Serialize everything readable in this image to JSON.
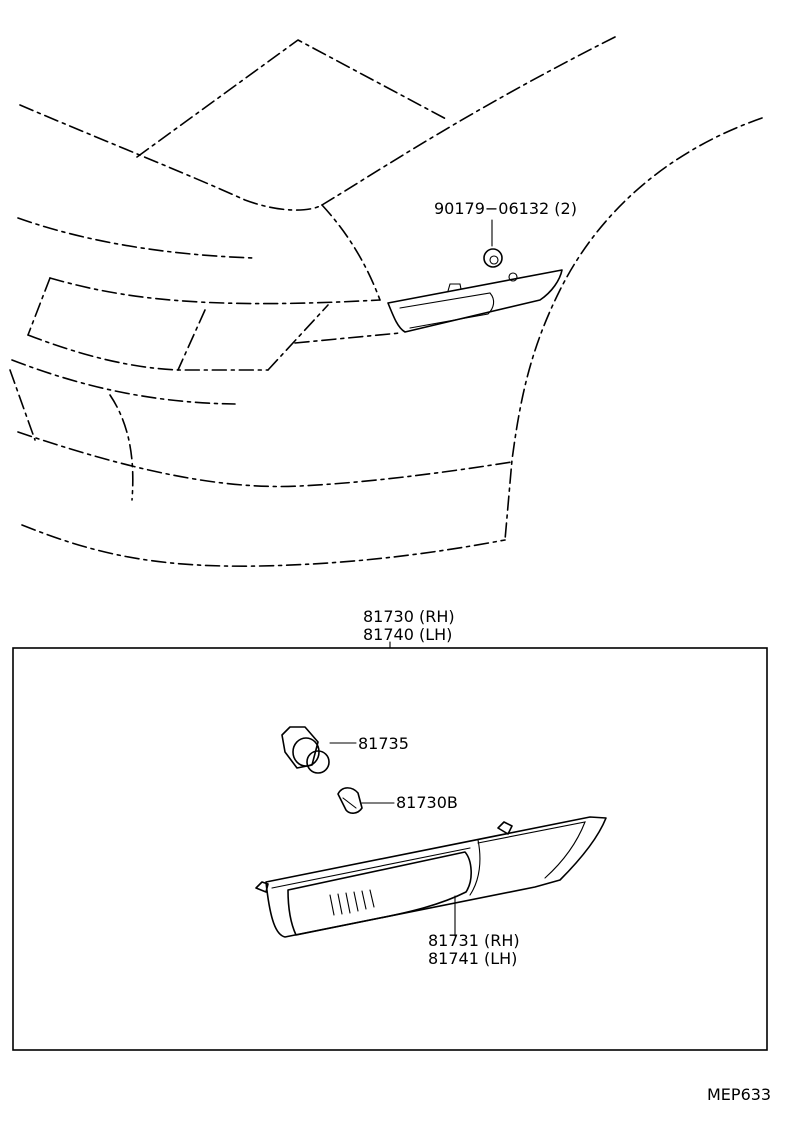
{
  "labels": {
    "bolt": "90179−06132 (2)",
    "assembly_rh": "81730 (RH)",
    "assembly_lh": "81740 (LH)",
    "socket": "81735",
    "bulb": "81730B",
    "lens_rh": "81731 (RH)",
    "lens_lh": "81741 (LH)",
    "code": "MEP633"
  }
}
